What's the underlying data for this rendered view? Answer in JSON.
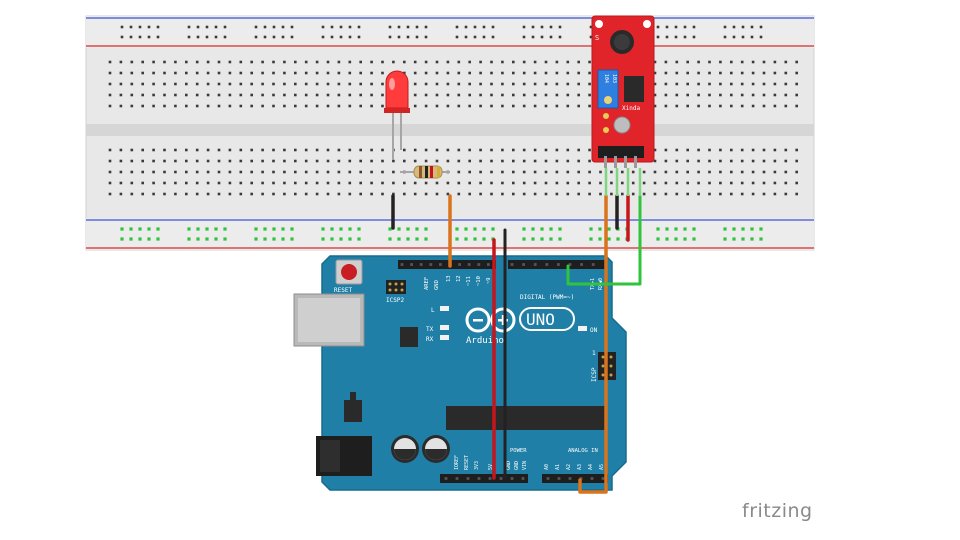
{
  "watermark": "fritzing",
  "colors": {
    "breadboard_body": "#e7e7e7",
    "breadboard_groove": "#d4d4d4",
    "rail_blue": "#3d52d5",
    "rail_red": "#d62b2b",
    "board_blue": "#1f7fa6",
    "board_dark": "#176b8c",
    "sensor_red": "#e0242a",
    "wire_orange": "#d9731c",
    "wire_red": "#c4161c",
    "wire_black": "#222222",
    "wire_green": "#2fc43b",
    "led_red": "#ff3b3b"
  },
  "arduino": {
    "reset": "RESET",
    "icsp2": "ICSP2",
    "aref": "AREF",
    "gnd": "GND",
    "d13": "13",
    "d12": "12",
    "d11": "~11",
    "d10": "~10",
    "d9": "~9",
    "digital": "DIGITAL (PWM=~)",
    "l": "L",
    "tx": "TX",
    "rx": "RX",
    "on": "ON",
    "uno": "UNO",
    "brand": "Arduino",
    "icsp": "ICSP",
    "icsp_pin": "1",
    "tx_pin": "TX▶1",
    "rx_pin": "RX◀0",
    "power": "POWER",
    "ioref": "IOREF",
    "reset_pin": "RESET",
    "v33": "3V3",
    "v5": "5V",
    "gnd1": "GND",
    "gnd2": "GND",
    "vin": "VIN",
    "analog_in": "ANALOG IN",
    "a0": "A0",
    "a1": "A1",
    "a2": "A2",
    "a3": "A3",
    "a4": "A4",
    "a5": "A5"
  },
  "sensor": {
    "s": "S",
    "pot_top": "104",
    "pot_bot": "103",
    "chip": "Xinda"
  }
}
